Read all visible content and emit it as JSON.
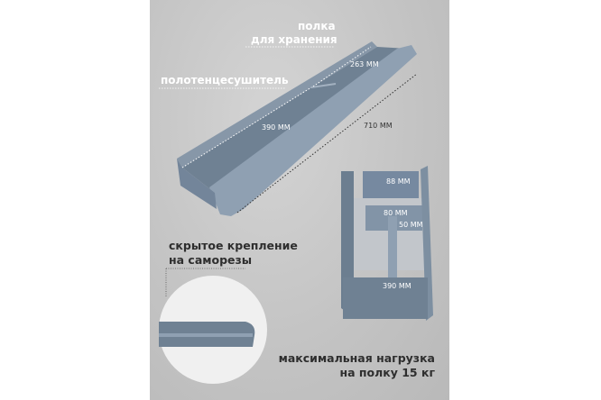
{
  "labels": {
    "storage_shelf_line1": "полка",
    "storage_shelf_line2": "для хранения",
    "towel_dryer": "полотенцесушитель",
    "hidden_mount_line1": "скрытое крепление",
    "hidden_mount_line2": "на саморезы",
    "max_load_line1": "максимальная нагрузка",
    "max_load_line2": "на полку 15 кг"
  },
  "dimensions": {
    "shelf_section": "263 ММ",
    "towel_section": "390 ММ",
    "total_length": "710 ММ",
    "depth_top": "88 ММ",
    "depth_bar": "80 ММ",
    "height": "50 ММ",
    "bottom_length": "390 ММ"
  },
  "colors": {
    "product": "#7d8fa1",
    "background": "#c8c8c8",
    "text_dark": "#2e2e2e"
  }
}
